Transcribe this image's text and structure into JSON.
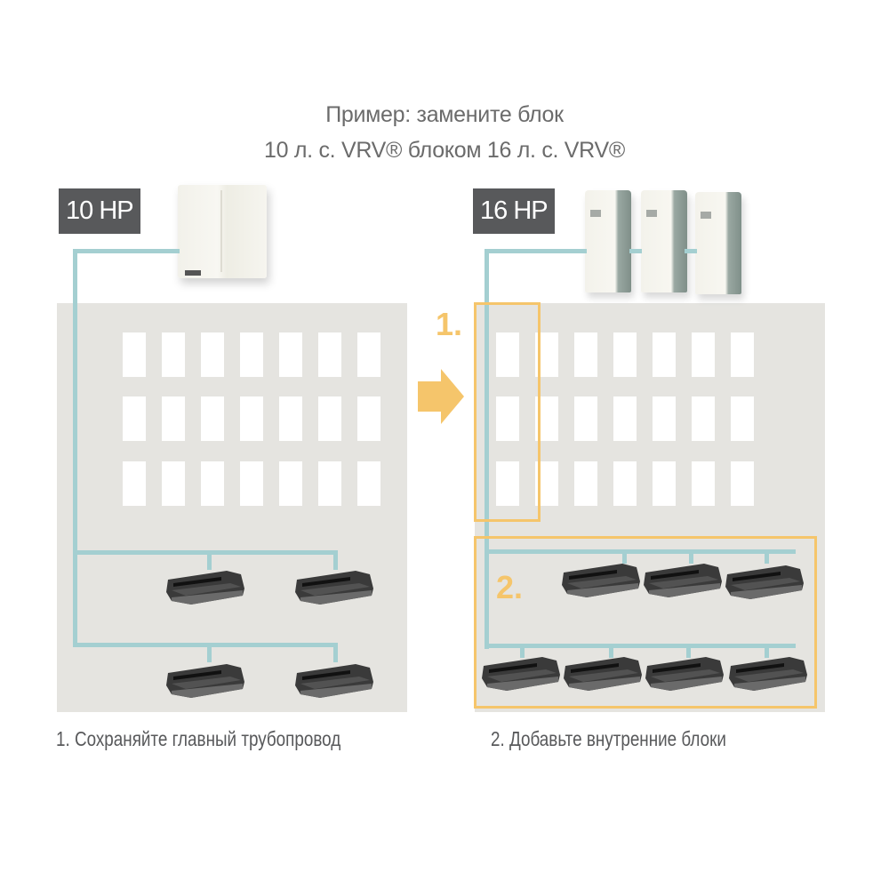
{
  "title": {
    "line1": "Пример: замените блок",
    "line2": "10 л. с. VRV® блоком 16 л. с. VRV®"
  },
  "left_panel": {
    "hp_label": "10 HP",
    "outdoor_units": 1,
    "indoor_units": 4,
    "caption": "1. Сохраняйте главный трубопровод"
  },
  "right_panel": {
    "hp_label": "16 HP",
    "outdoor_units": 3,
    "indoor_units": 7,
    "marker_1": "1.",
    "marker_2": "2.",
    "caption": "2.  Добавьте внутренние блоки"
  },
  "icons": {
    "arrow": "right-arrow-icon",
    "outdoor_unit": "outdoor-unit-icon",
    "indoor_unit": "ceiling-duct-unit-icon"
  },
  "colors": {
    "pipe": "#a4cfd1",
    "highlight": "#f5c56b",
    "label_bg": "#58595b",
    "building": "#e5e4e0"
  }
}
